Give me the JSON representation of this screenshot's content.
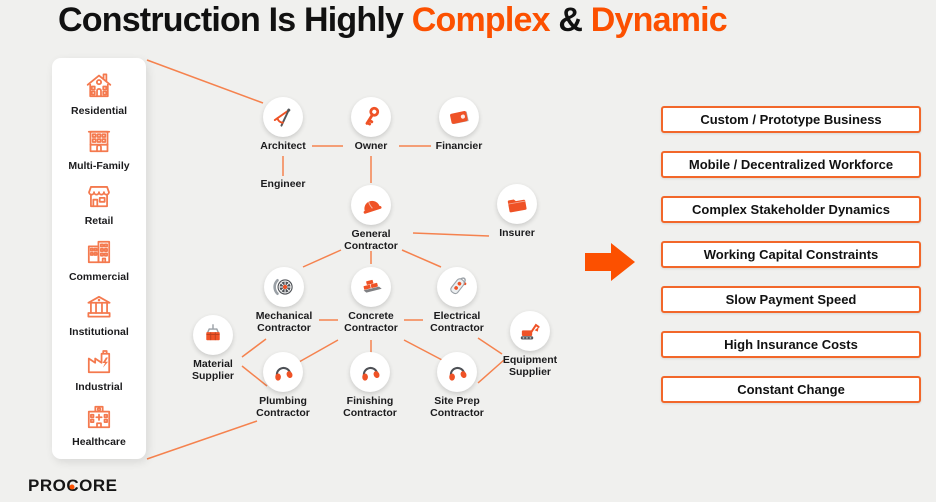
{
  "title": {
    "black1": "Construction Is Highly ",
    "orange1": "Complex",
    "black2": " & ",
    "orange2": "Dynamic"
  },
  "sidebar": {
    "items": [
      {
        "label": "Residential",
        "icon": "house"
      },
      {
        "label": "Multi-Family",
        "icon": "apartment"
      },
      {
        "label": "Retail",
        "icon": "storefront"
      },
      {
        "label": "Commercial",
        "icon": "office-buildings"
      },
      {
        "label": "Institutional",
        "icon": "bank"
      },
      {
        "label": "Industrial",
        "icon": "factory"
      },
      {
        "label": "Healthcare",
        "icon": "hospital"
      }
    ]
  },
  "network": {
    "nodes": [
      {
        "id": "architect",
        "label": "Architect",
        "icon": "drafting-compass"
      },
      {
        "id": "owner",
        "label": "Owner",
        "icon": "key"
      },
      {
        "id": "financier",
        "label": "Financier",
        "icon": "wallet"
      },
      {
        "id": "engineer",
        "label": "Engineer",
        "icon": "none"
      },
      {
        "id": "general-contractor",
        "label": "General Contractor",
        "icon": "hard-hat"
      },
      {
        "id": "insurer",
        "label": "Insurer",
        "icon": "folder"
      },
      {
        "id": "mechanical-contractor",
        "label": "Mechanical Contractor",
        "icon": "fan"
      },
      {
        "id": "concrete-contractor",
        "label": "Concrete Contractor",
        "icon": "bricks"
      },
      {
        "id": "electrical-contractor",
        "label": "Electrical Contractor",
        "icon": "power-strip"
      },
      {
        "id": "material-supplier",
        "label": "Material Supplier",
        "icon": "crane-load"
      },
      {
        "id": "plumbing-contractor",
        "label": "Plumbing Contractor",
        "icon": "ear-protection"
      },
      {
        "id": "finishing-contractor",
        "label": "Finishing Contractor",
        "icon": "ear-protection"
      },
      {
        "id": "site-prep-contractor",
        "label": "Site Prep Contractor",
        "icon": "ear-protection"
      },
      {
        "id": "equipment-supplier",
        "label": "Equipment Supplier",
        "icon": "excavator"
      }
    ]
  },
  "challenges": [
    "Custom / Prototype Business",
    "Mobile / Decentralized Workforce",
    "Complex Stakeholder Dynamics",
    "Working Capital Constraints",
    "Slow Payment Speed",
    "High Insurance Costs",
    "Constant Change"
  ],
  "logo": {
    "pre": "PRO",
    "c": "C",
    "post": "ORE"
  },
  "colors": {
    "background": "#F0F0EE",
    "accent": "#FC5000",
    "line": "#F5824E",
    "icon": "#EF5226",
    "outline_icon": "#F4794E",
    "box_border": "#F2672A",
    "text": "#111111"
  }
}
